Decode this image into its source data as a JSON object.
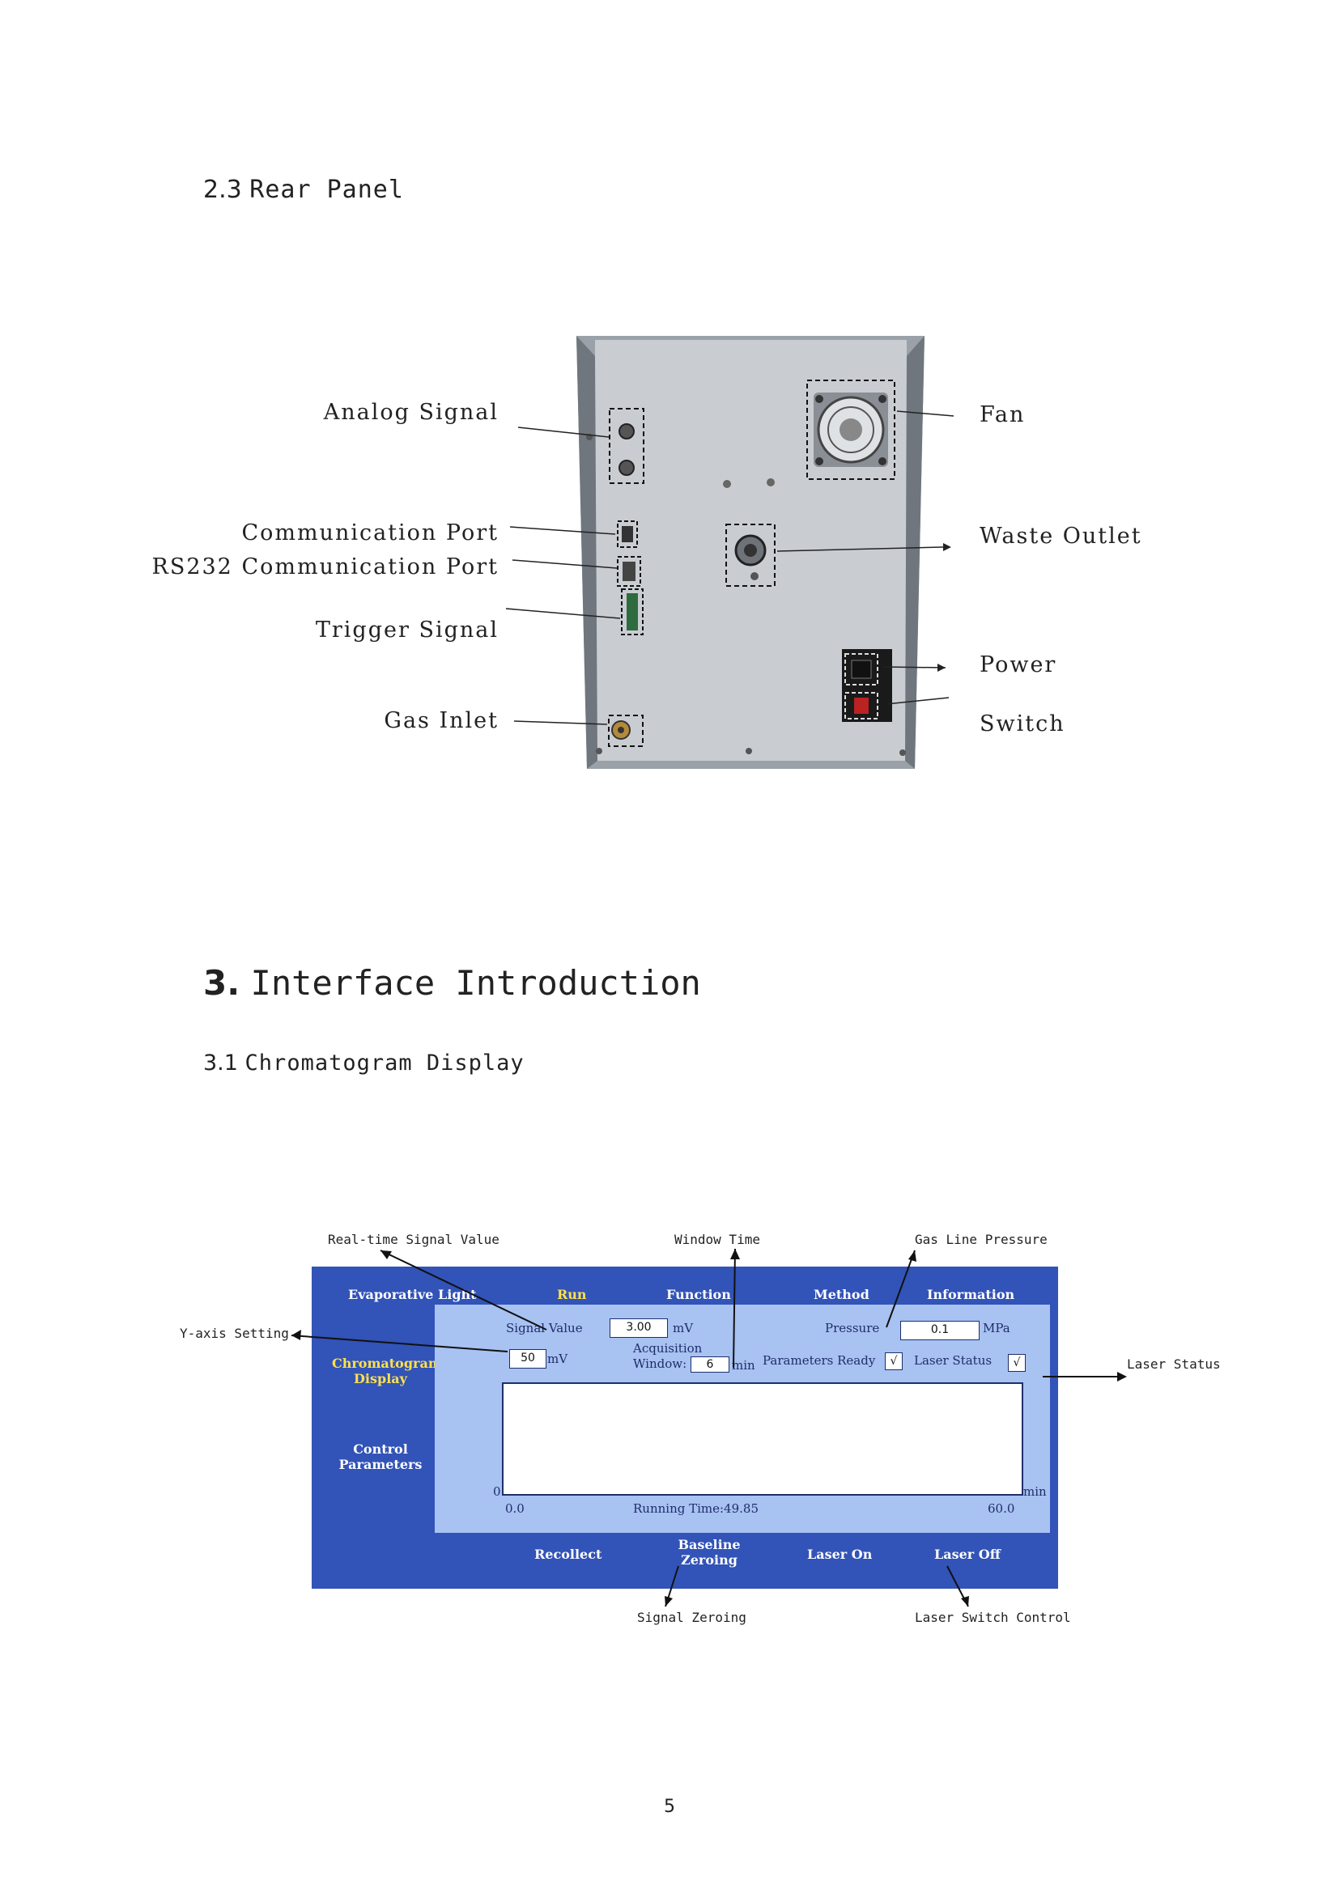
{
  "section_2_3": {
    "number": "2.3",
    "title": "Rear Panel"
  },
  "rear_panel": {
    "labels": {
      "analog_signal": "Analog Signal",
      "communication_port": "Communication Port",
      "rs232_port": "RS232 Communication Port",
      "trigger_signal": "Trigger Signal",
      "gas_inlet": "Gas Inlet",
      "fan": "Fan",
      "waste_outlet": "Waste Outlet",
      "power": "Power",
      "switch": "Switch"
    }
  },
  "section_3": {
    "number": "3.",
    "title": "Interface Introduction"
  },
  "section_3_1": {
    "number": "3.1",
    "title": "Chromatogram Display"
  },
  "annotations": {
    "realtime_signal": "Real-time Signal Value",
    "window_time": "Window Time",
    "gas_line_pressure": "Gas Line Pressure",
    "y_axis_setting": "Y-axis Setting",
    "laser_status": "Laser Status",
    "signal_zeroing": "Signal Zeroing",
    "laser_switch_control": "Laser Switch Control"
  },
  "ui": {
    "app_title": "Evaporative Light",
    "tabs": [
      "Run",
      "Function",
      "Method",
      "Information"
    ],
    "side_nav": {
      "chromatogram_line1": "Chromatogram",
      "chromatogram_line2": "Display",
      "control_line1": "Control",
      "control_line2": "Parameters"
    },
    "signal_label": "Signal Value",
    "signal_value": "3.00",
    "signal_unit": "mV",
    "y_axis_value": "50",
    "y_axis_unit": "mV",
    "acq_label_line1": "Acquisition",
    "acq_label_line2": "Window:",
    "acq_value": "6",
    "acq_unit": "min",
    "pressure_label": "Pressure",
    "pressure_value": "0.1",
    "pressure_unit": "MPa",
    "params_ready_label": "Parameters Ready",
    "params_ready_mark": "√",
    "laser_status_label": "Laser Status",
    "laser_status_mark": "√",
    "plot": {
      "y_min": "0",
      "x_unit": "min",
      "x_min": "0.0",
      "x_max": "60.0",
      "running_time": "Running Time:49.85"
    },
    "buttons": {
      "recollect": "Recollect",
      "baseline_line1": "Baseline",
      "baseline_line2": "Zeroing",
      "laser_on": "Laser On",
      "laser_off": "Laser Off"
    }
  },
  "page_number": "5"
}
